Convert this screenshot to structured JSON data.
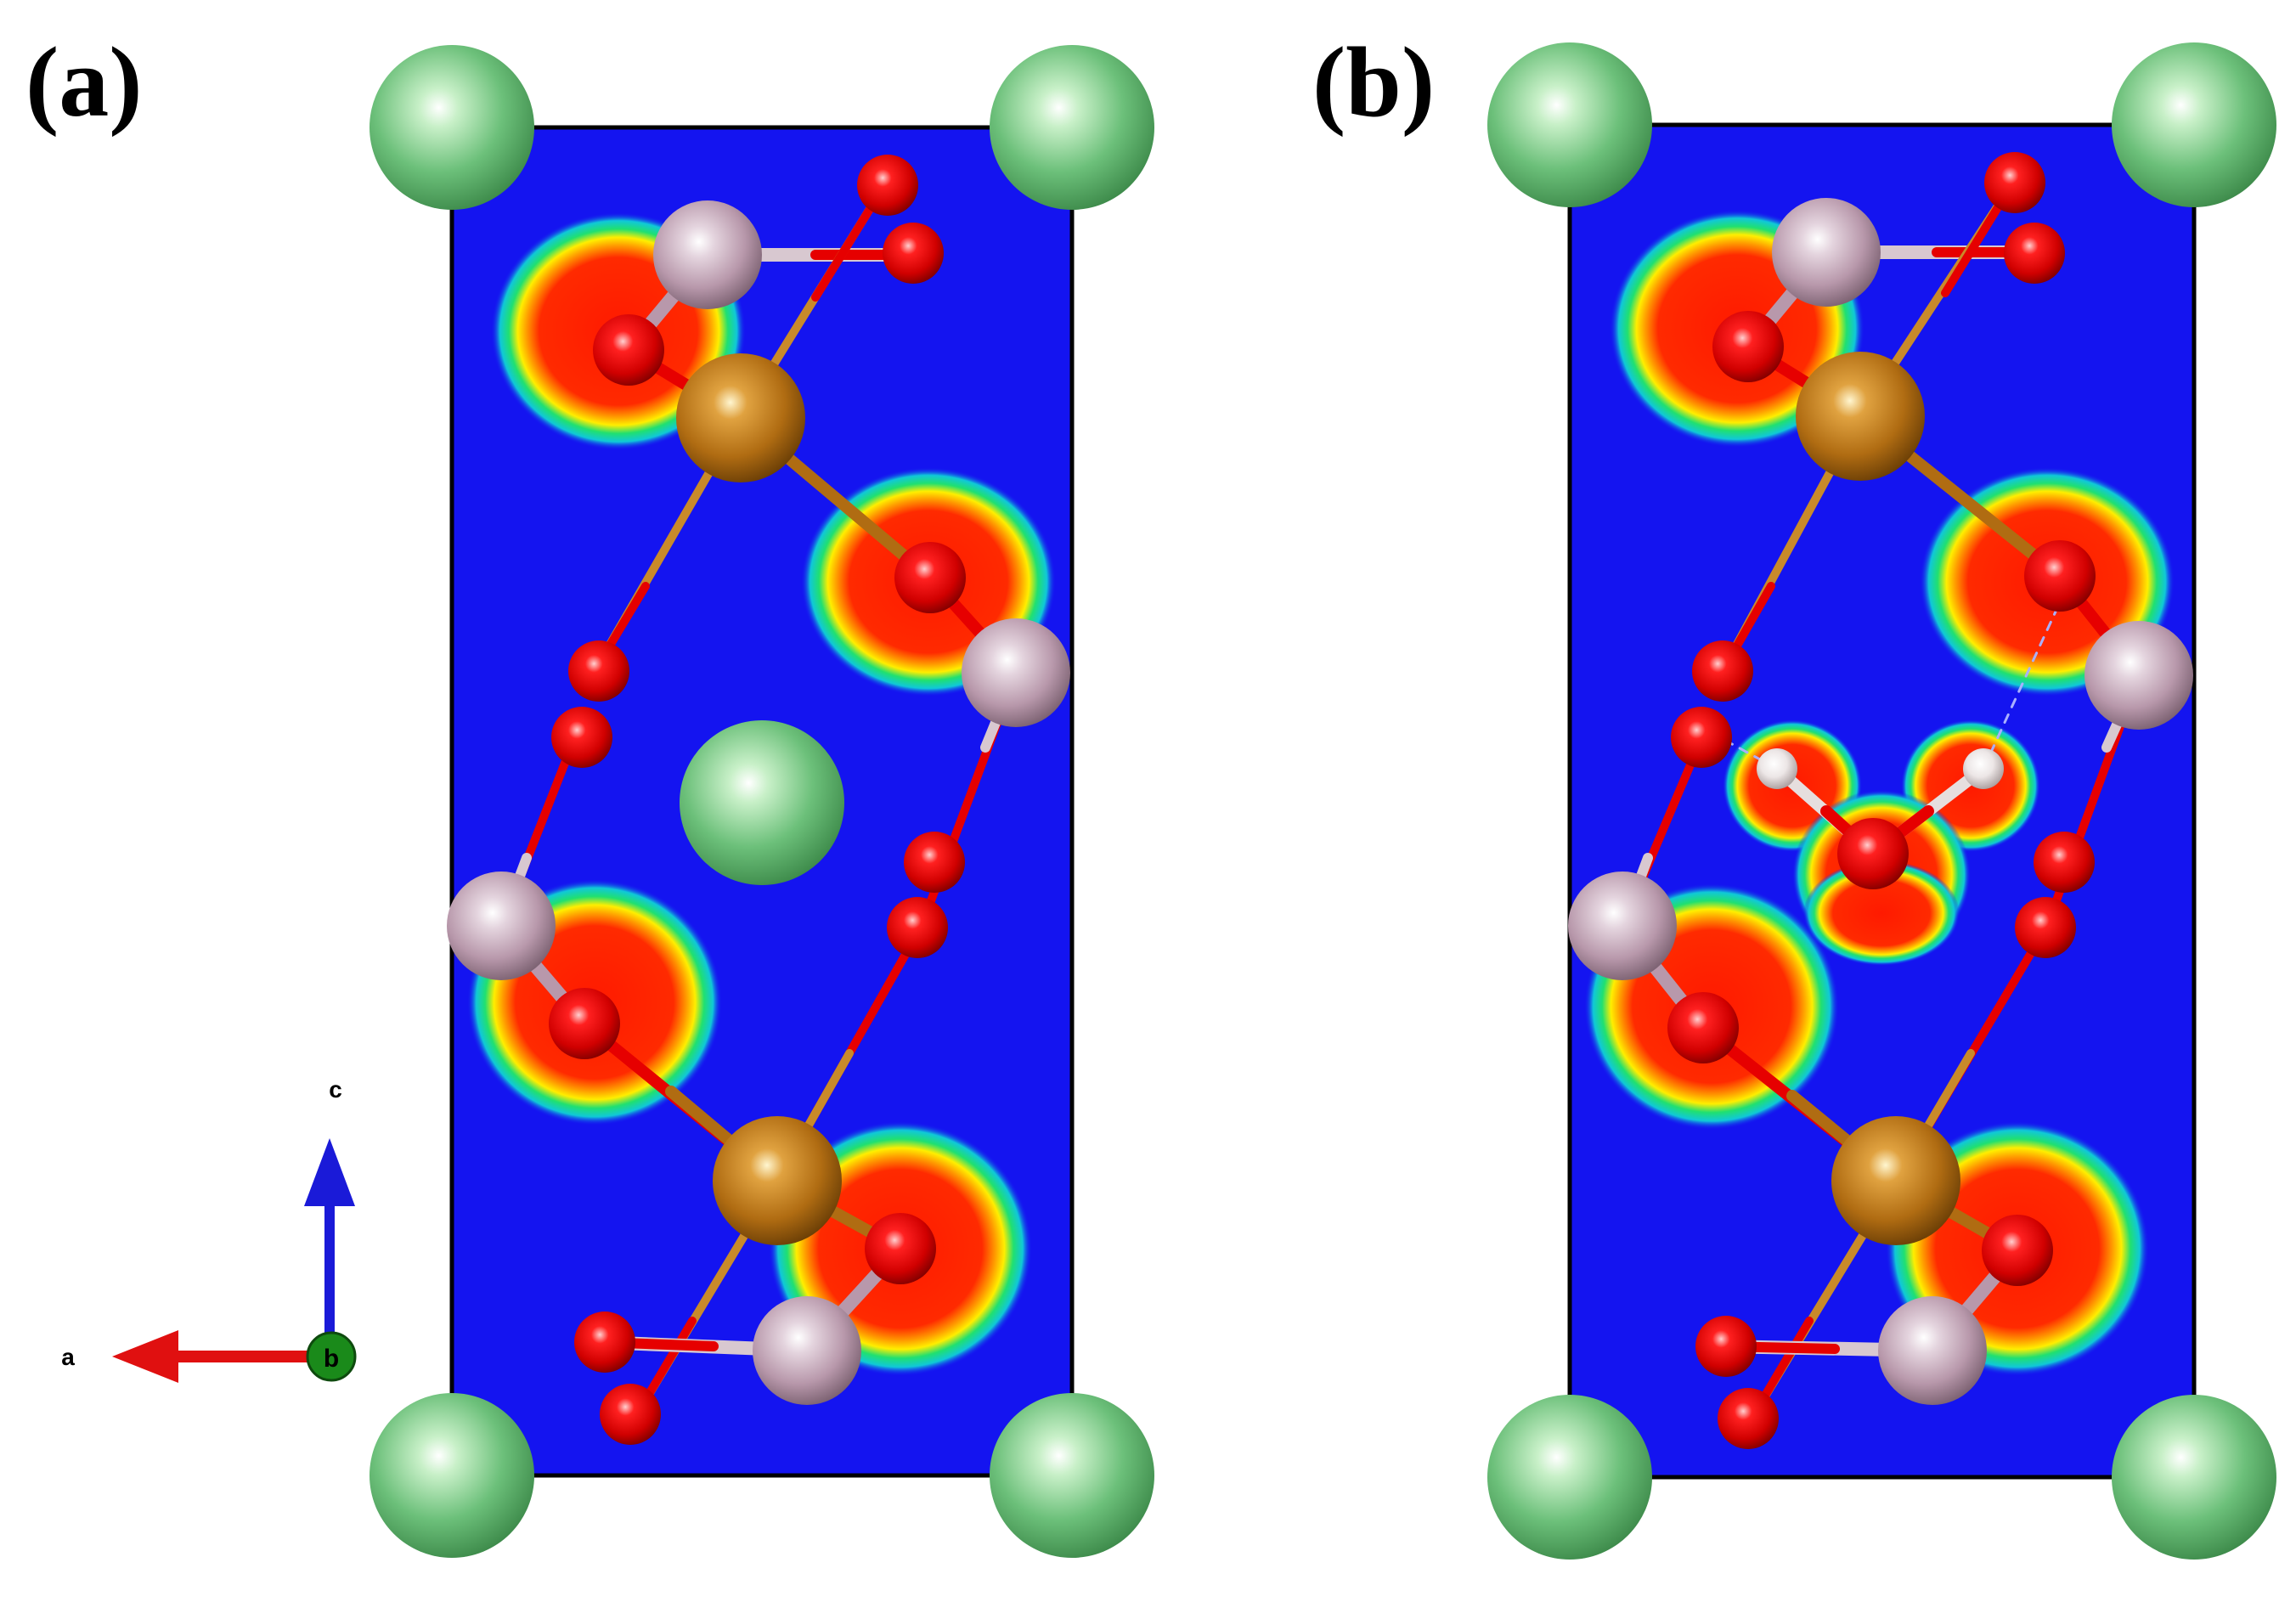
{
  "panels": [
    {
      "id": "a",
      "label": "(a)"
    },
    {
      "id": "b",
      "label": "(b)"
    }
  ],
  "axes": {
    "a": "a",
    "b": "b",
    "c": "c"
  },
  "colors": {
    "background_map": "#1414f0",
    "cell_edge": "#000000",
    "large_atom": "#5fb46a",
    "medium_atom_brown": "#b06c12",
    "small_atom_lilac": "#b89aab",
    "oxygen_red": "#e60000",
    "hydrogen_white": "#f0eaea",
    "contour_red": "#ff2a00",
    "contour_yellow": "#ffea00",
    "contour_green": "#10d890",
    "axis_a": "#e01010",
    "axis_b": "#1a8a1a",
    "axis_c": "#1a1ad8"
  }
}
